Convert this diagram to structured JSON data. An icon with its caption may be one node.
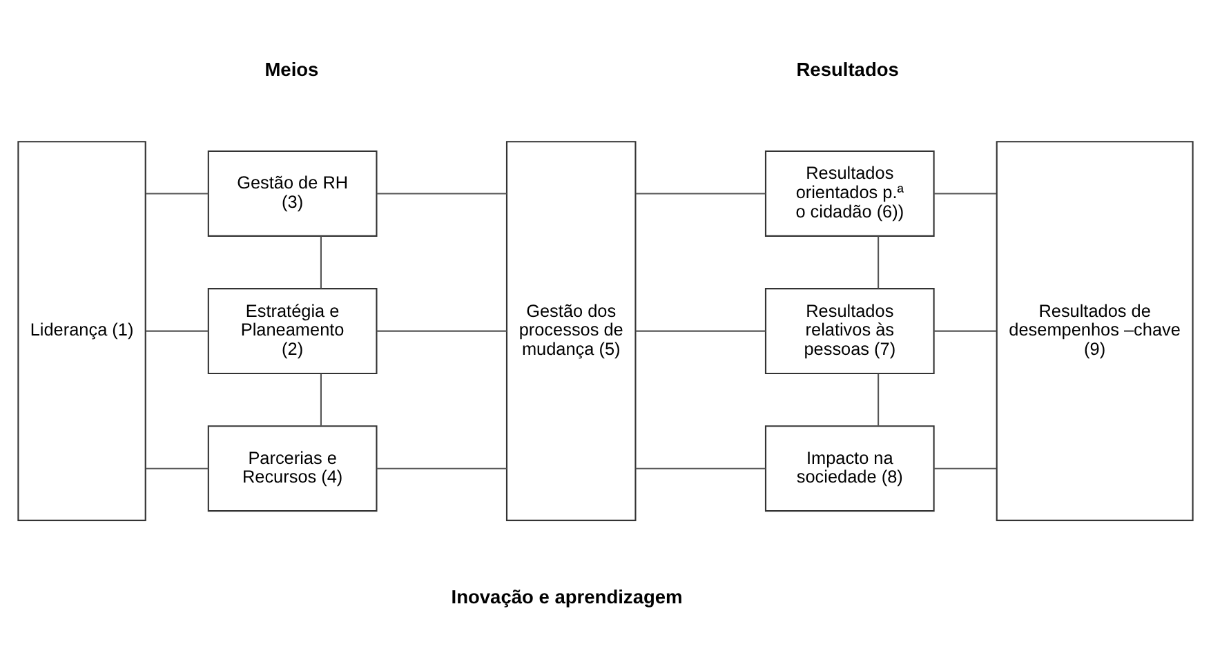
{
  "diagram": {
    "nodes": [
      {
        "text": [
          "Liderança (1)"
        ]
      },
      {
        "text": [
          "Gestão de RH (3)"
        ]
      },
      {
        "text": [
          "Estratégia e Planeamento (2)"
        ]
      },
      {
        "text": [
          "Parcerias e Recursos (4)"
        ]
      },
      {
        "text": [
          "Gestão dos processos de mudança (5)"
        ]
      },
      {
        "text": [
          "Resultados orientados p.ª o cidadão (6))"
        ]
      },
      {
        "text": [
          "Resultados relativos às pessoas (7)"
        ]
      },
      {
        "text": [
          "Impacto na sociedade (8)"
        ]
      },
      {
        "text": [
          "Resultados de desempenhos –chave (9)"
        ]
      }
    ],
    "edges": [
      {
        "from": 0,
        "to": 1,
        "arrow": "none"
      },
      {
        "from": 0,
        "to": 2,
        "arrow": "none"
      },
      {
        "from": 0,
        "to": 3,
        "arrow": "none"
      },
      {
        "from": 1,
        "to": 2,
        "arrow": "none"
      },
      {
        "from": 2,
        "to": 3,
        "arrow": "none"
      },
      {
        "from": 1,
        "to": 4,
        "arrow": "none"
      },
      {
        "from": 2,
        "to": 4,
        "arrow": "none"
      },
      {
        "from": 3,
        "to": 4,
        "arrow": "none"
      },
      {
        "from": 4,
        "to": 5,
        "arrow": "none"
      },
      {
        "from": 4,
        "to": 6,
        "arrow": "none"
      },
      {
        "from": 4,
        "to": 7,
        "arrow": "none"
      },
      {
        "from": 5,
        "to": 6,
        "arrow": "none"
      },
      {
        "from": 6,
        "to": 7,
        "arrow": "none"
      },
      {
        "from": 5,
        "to": 8,
        "arrow": "none"
      },
      {
        "from": 6,
        "to": 8,
        "arrow": "none"
      },
      {
        "from": 7,
        "to": 8,
        "arrow": "none"
      }
    ],
    "labels": [
      "Meios",
      "Resultados",
      "Inovação e aprendizagem"
    ]
  }
}
